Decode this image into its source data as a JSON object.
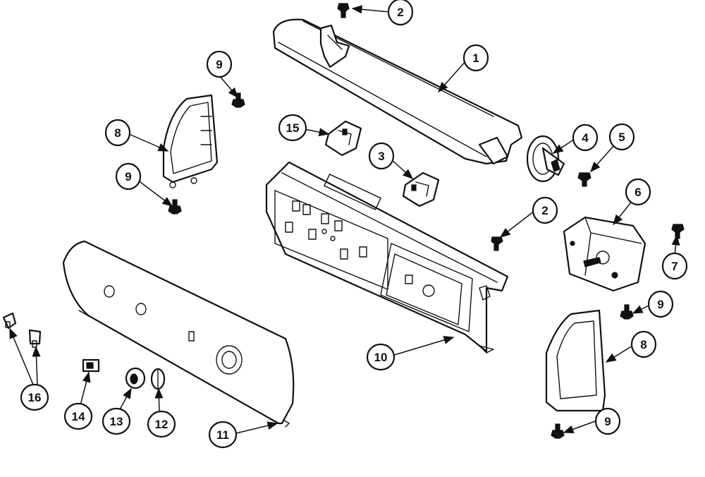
{
  "callouts": [
    {
      "id": "c1",
      "label": "1"
    },
    {
      "id": "c2a",
      "label": "2"
    },
    {
      "id": "c2b",
      "label": "2"
    },
    {
      "id": "c3",
      "label": "3"
    },
    {
      "id": "c4",
      "label": "4"
    },
    {
      "id": "c5",
      "label": "5"
    },
    {
      "id": "c6",
      "label": "6"
    },
    {
      "id": "c7",
      "label": "7"
    },
    {
      "id": "c8a",
      "label": "8"
    },
    {
      "id": "c8b",
      "label": "8"
    },
    {
      "id": "c9a",
      "label": "9"
    },
    {
      "id": "c9b",
      "label": "9"
    },
    {
      "id": "c9c",
      "label": "9"
    },
    {
      "id": "c9d",
      "label": "9"
    },
    {
      "id": "c10",
      "label": "10"
    },
    {
      "id": "c11",
      "label": "11"
    },
    {
      "id": "c12",
      "label": "12"
    },
    {
      "id": "c13",
      "label": "13"
    },
    {
      "id": "c14",
      "label": "14"
    },
    {
      "id": "c15",
      "label": "15"
    },
    {
      "id": "c16",
      "label": "16"
    }
  ]
}
